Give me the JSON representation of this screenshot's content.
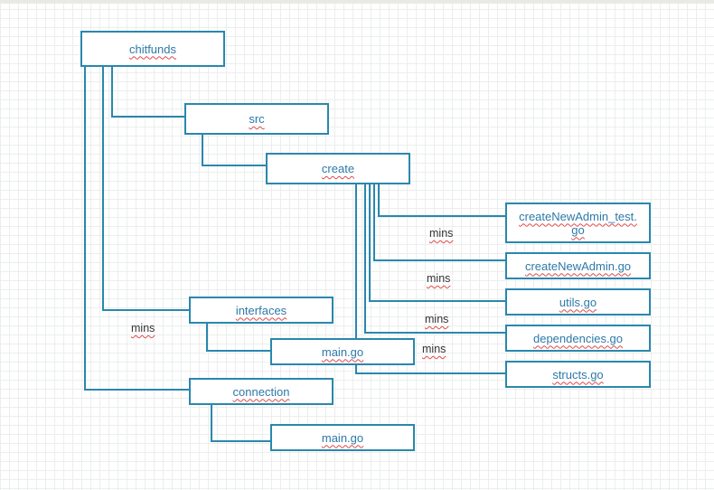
{
  "nodes": {
    "chitfunds": "chitfunds",
    "src": "src",
    "create": "create",
    "create_new_admin_test": "createNewAdmin_test.\ngo",
    "create_new_admin": "createNewAdmin.go",
    "utils": "utils.go",
    "dependencies": "dependencies.go",
    "structs": "structs.go",
    "interfaces": "interfaces",
    "interfaces_main": "main.go",
    "connection": "connection",
    "connection_main": "main.go"
  },
  "notes": {
    "create_test": "mins",
    "create_admin": "mins",
    "deps": "mins",
    "structs": "mins",
    "interfaces": "mins"
  },
  "colors": {
    "box_border": "#2a87ad",
    "box_text": "#2c79a8",
    "connector": "#2a87ad",
    "spell_underline": "#e04848"
  }
}
